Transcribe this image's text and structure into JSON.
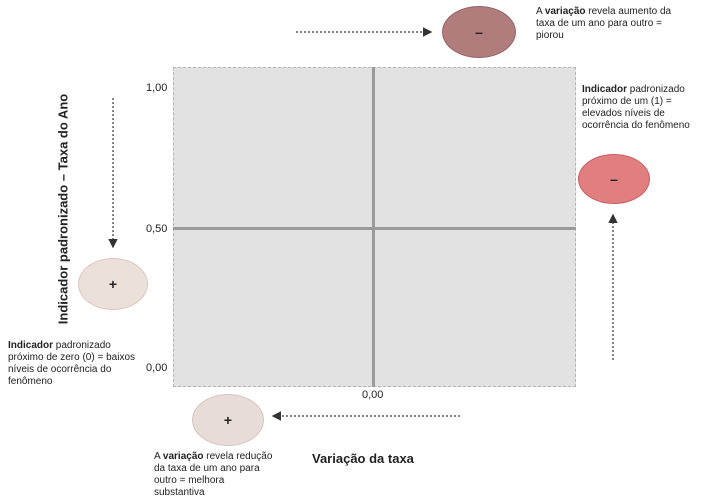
{
  "axis": {
    "x_title": "Variação da taxa",
    "y_title": "Indicador padronizado – Taxa do Ano"
  },
  "ticks": {
    "y_top": "1,00",
    "y_mid": "0,50",
    "y_bottom": "0,00",
    "x_mid": "0,00"
  },
  "circles": {
    "top_sign": "–",
    "right_sign": "–",
    "left_sign": "+",
    "bottom_sign": "+"
  },
  "notes": {
    "top": {
      "prefix": "A ",
      "bold": "variação",
      "rest": " revela aumento da taxa de um ano para outro =  piorou"
    },
    "right": {
      "bold": "Indicador",
      "rest": " padronizado próximo de um (1) = elevados níveis de ocorrência do fenômeno"
    },
    "left": {
      "bold": "Indicador",
      "rest": " padronizado próximo de zero (0) = baixos níveis de ocorrência do fenômeno"
    },
    "bottom": {
      "prefix": "A ",
      "bold": "variação",
      "rest": " revela redução da taxa de um ano para outro = melhora substantiva"
    }
  },
  "colors": {
    "grid_fill": "#e2e2e2",
    "top_circle": "#b07c7c",
    "right_circle": "#e07e80",
    "left_circle": "#ece0da",
    "bottom_circle": "#e8dcd9"
  }
}
